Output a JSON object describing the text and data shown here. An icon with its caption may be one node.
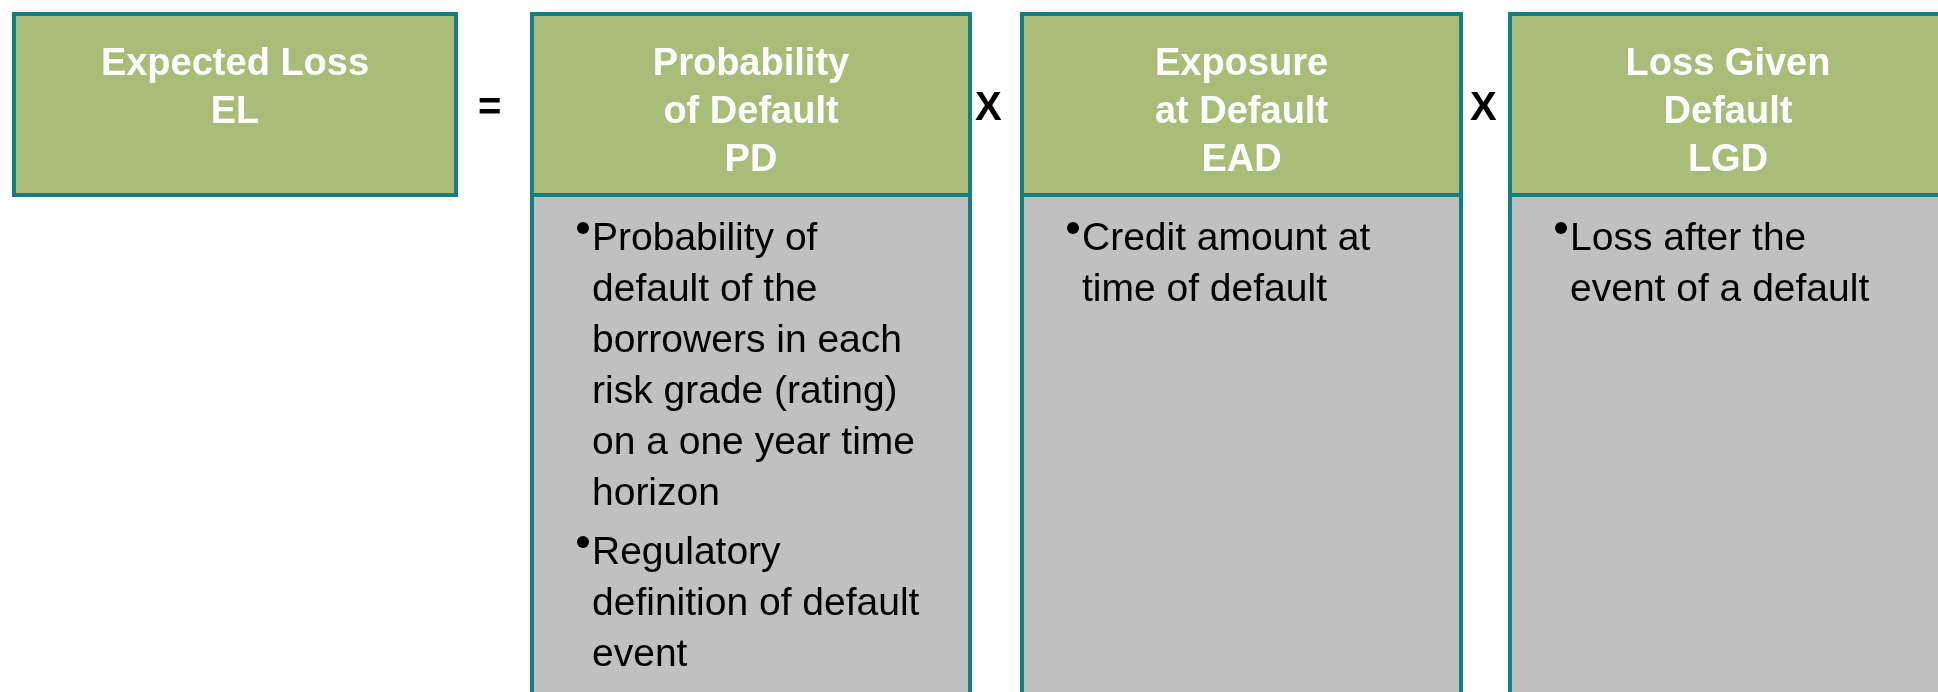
{
  "diagram": {
    "nodes": [
      {
        "text": [
          "Expected Loss",
          "EL"
        ]
      },
      {
        "text": [
          "Probability of Default",
          "PD"
        ]
      },
      {
        "text": [
          "Probability of default of the borrowers in each risk grade (rating) on a one year time horizon",
          "Regulatory definition of default event"
        ]
      },
      {
        "text": [
          "Exposure at Default",
          "EAD"
        ]
      },
      {
        "text": [
          "Credit amount at time of default"
        ]
      },
      {
        "text": [
          "Loss Given Default",
          "LGD"
        ]
      },
      {
        "text": [
          "Loss after the event of a default"
        ]
      }
    ],
    "labels": [
      "=",
      "X",
      "X"
    ]
  }
}
